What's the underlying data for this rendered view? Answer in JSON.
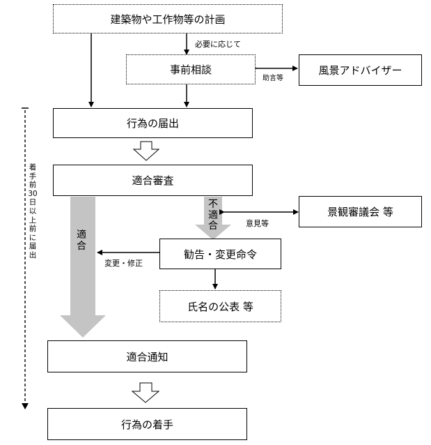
{
  "nodes": {
    "plan": "建築物や工作物等の計画",
    "consult": "事前相談",
    "advisor": "風景アドバイザー",
    "notify": "行為の届出",
    "review": "適合審査",
    "council": "景観審議会 等",
    "order": "勧告・変更命令",
    "publish": "氏名の公表 等",
    "compliance_notice": "適合通知",
    "start": "行為の着手"
  },
  "edge_labels": {
    "as_needed": "必要に応じて",
    "advice": "助言等",
    "opinion": "意見等",
    "change_fix": "変更・修正",
    "conform": "適合",
    "nonconform": "不適合"
  },
  "timeline_label": "着手前30日以上前に届出"
}
